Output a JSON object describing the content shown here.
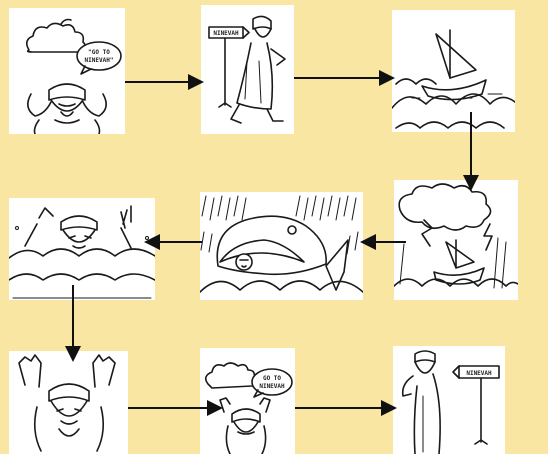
{
  "colors": {
    "background": "#f9e6a3",
    "panel": "#ffffff",
    "ink": "#1a1a1a"
  },
  "panels": [
    {
      "id": "p1",
      "scene": "God speaks to Jonah",
      "bubble": [
        "\"GO TO",
        "NINEVAH\""
      ]
    },
    {
      "id": "p2",
      "scene": "Jonah runs away from Ninevah",
      "sign": "NINEVAH"
    },
    {
      "id": "p3",
      "scene": "Ship on stormy sea"
    },
    {
      "id": "p4",
      "scene": "Storm with lightning over ship"
    },
    {
      "id": "p5",
      "scene": "Jonah swallowed by big fish"
    },
    {
      "id": "p6",
      "scene": "Jonah cast into the sea"
    },
    {
      "id": "p7",
      "scene": "Jonah praying with hands raised"
    },
    {
      "id": "p8",
      "scene": "God speaks to Jonah again",
      "bubble": [
        "GO TO",
        "NINEVAH"
      ]
    },
    {
      "id": "p9",
      "scene": "Jonah walks toward Ninevah",
      "sign": "NINEVAH"
    }
  ],
  "arrows": [
    {
      "from": "p1",
      "to": "p2"
    },
    {
      "from": "p2",
      "to": "p3"
    },
    {
      "from": "p3",
      "to": "p4"
    },
    {
      "from": "p4",
      "to": "p5"
    },
    {
      "from": "p5",
      "to": "p6"
    },
    {
      "from": "p6",
      "to": "p7"
    },
    {
      "from": "p7",
      "to": "p8"
    },
    {
      "from": "p8",
      "to": "p9"
    }
  ]
}
